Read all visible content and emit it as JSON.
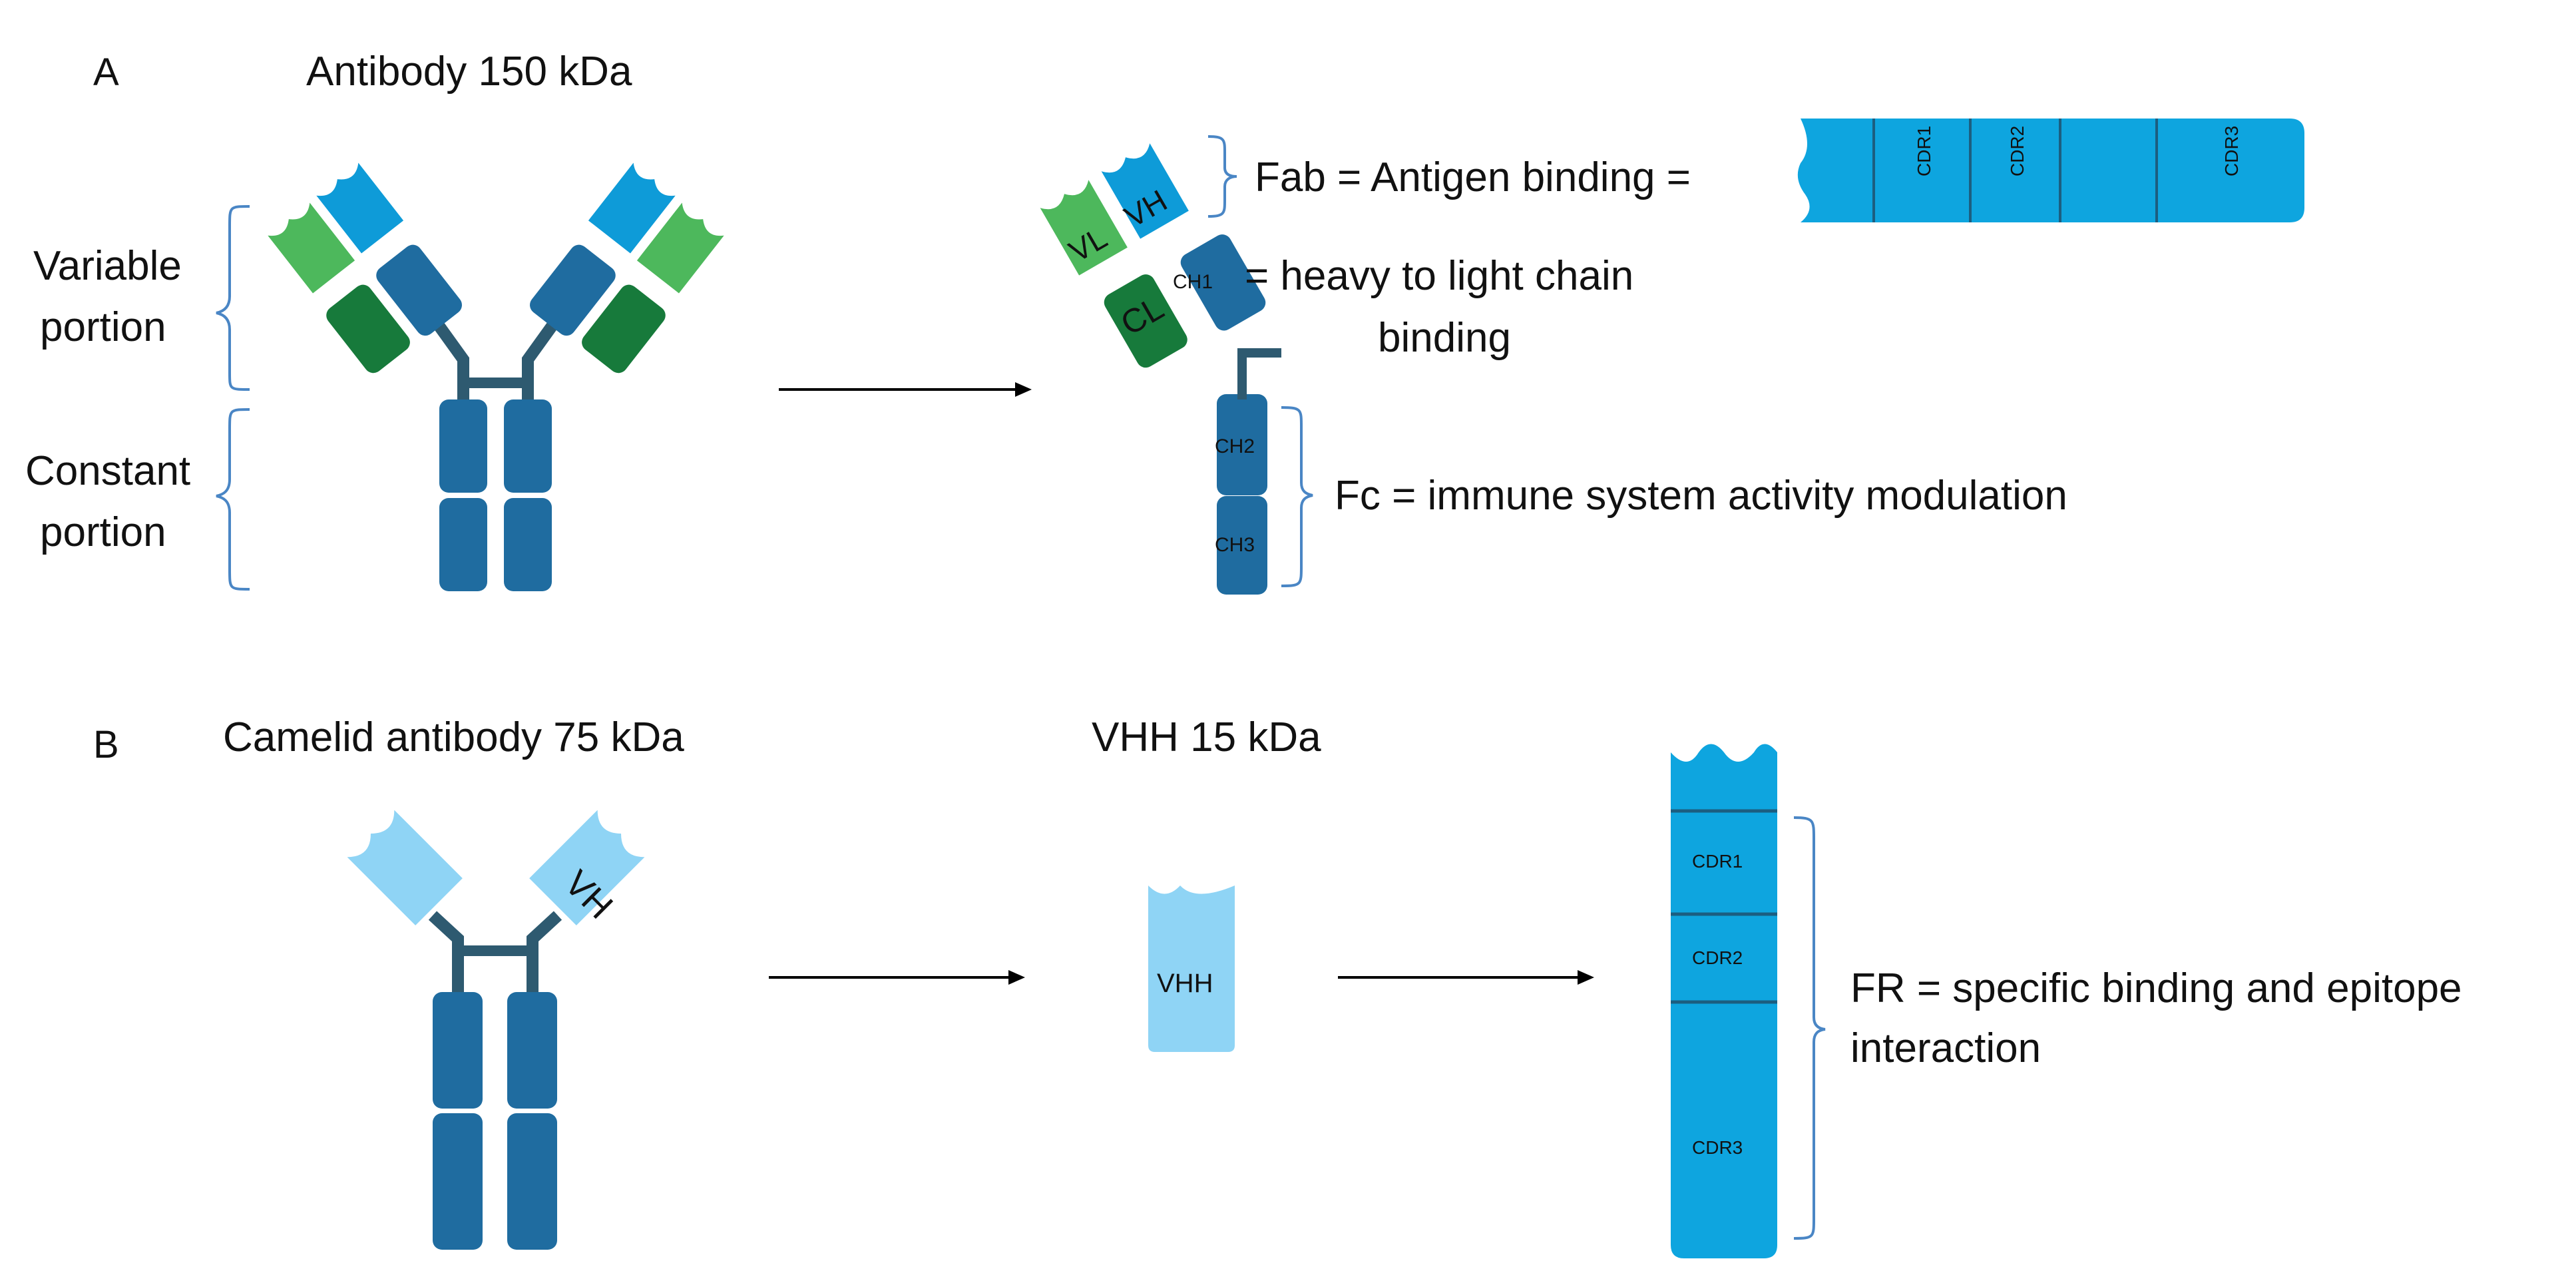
{
  "panel_a": {
    "letter": "A",
    "title": "Antibody 150 kDa",
    "variable_label_1": "Variable",
    "variable_label_2": "portion",
    "constant_label_1": "Constant",
    "constant_label_2": "portion",
    "fab_text": "Fab = Antigen binding =",
    "ch1_text_1": "= heavy to light chain",
    "ch1_text_2": "binding",
    "fc_text": "Fc = immune system activity modulation",
    "domains": {
      "vl": "VL",
      "vh": "VH",
      "cl": "CL",
      "ch1": "CH1",
      "ch2": "CH2",
      "ch3": "CH3"
    },
    "cdr_bar": [
      "CDR1",
      "CDR2",
      "CDR3"
    ]
  },
  "panel_b": {
    "letter": "B",
    "title": "Camelid antibody 75 kDa",
    "vhh_title": "VHH 15 kDa",
    "vh_label": "VH",
    "vhh_label": "VHH",
    "cdr_column": [
      "CDR1",
      "CDR2",
      "CDR3"
    ],
    "fr_text_1": "FR =  specific binding and epitope",
    "fr_text_2": "interaction"
  },
  "colors": {
    "dark_blue": "#1F6CA0",
    "mid_blue": "#0E9BD8",
    "light_blue": "#8FD4F5",
    "light_green": "#4DB85C",
    "dark_green": "#177A3B",
    "hinge": "#2E5A70",
    "bracket": "#4A86C5"
  }
}
